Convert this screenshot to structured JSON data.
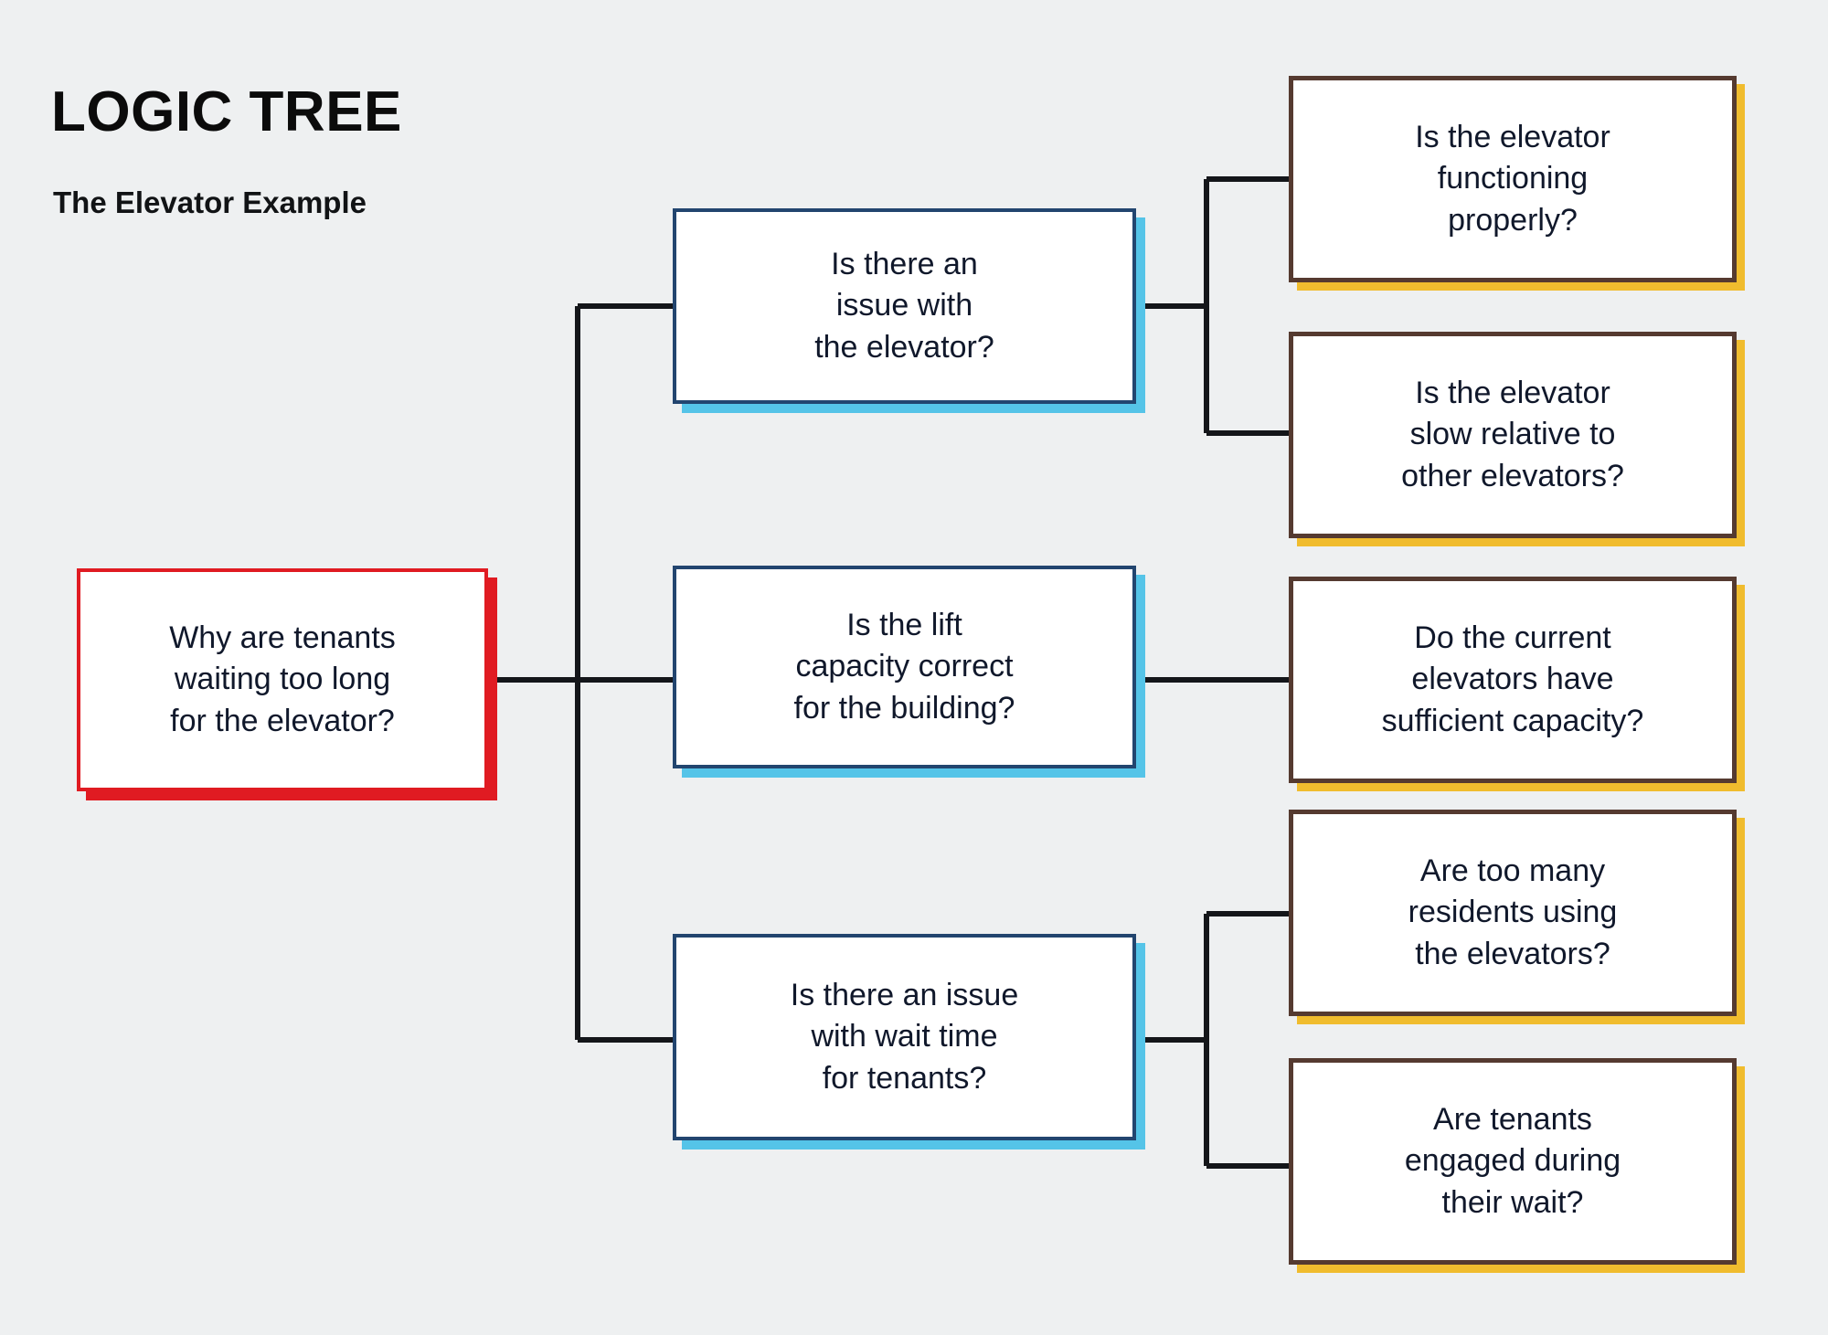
{
  "header": {
    "title": "LOGIC TREE",
    "subtitle": "The Elevator Example"
  },
  "colors": {
    "background": "#eef0f1",
    "root_accent": "#e01b22",
    "level2_border": "#22456f",
    "level2_accent": "#55c4e8",
    "level3_border": "#553a30",
    "level3_accent": "#f0bc2e",
    "connector": "#14161a",
    "text": "#10182b"
  },
  "tree": {
    "root": {
      "label": "Why are tenants\nwaiting too long\nfor the elevator?"
    },
    "branches": [
      {
        "label": "Is there an\nissue with\nthe elevator?",
        "children": [
          {
            "label": "Is the elevator\nfunctioning\nproperly?"
          },
          {
            "label": "Is the elevator\nslow relative to\nother elevators?"
          }
        ]
      },
      {
        "label": "Is the lift\ncapacity correct\nfor the building?",
        "children": [
          {
            "label": "Do the current\nelevators have\nsufficient capacity?"
          }
        ]
      },
      {
        "label": "Is there an issue\nwith wait time\nfor tenants?",
        "children": [
          {
            "label": "Are too many\nresidents using\nthe elevators?"
          },
          {
            "label": "Are tenants\nengaged during\ntheir wait?"
          }
        ]
      }
    ]
  }
}
